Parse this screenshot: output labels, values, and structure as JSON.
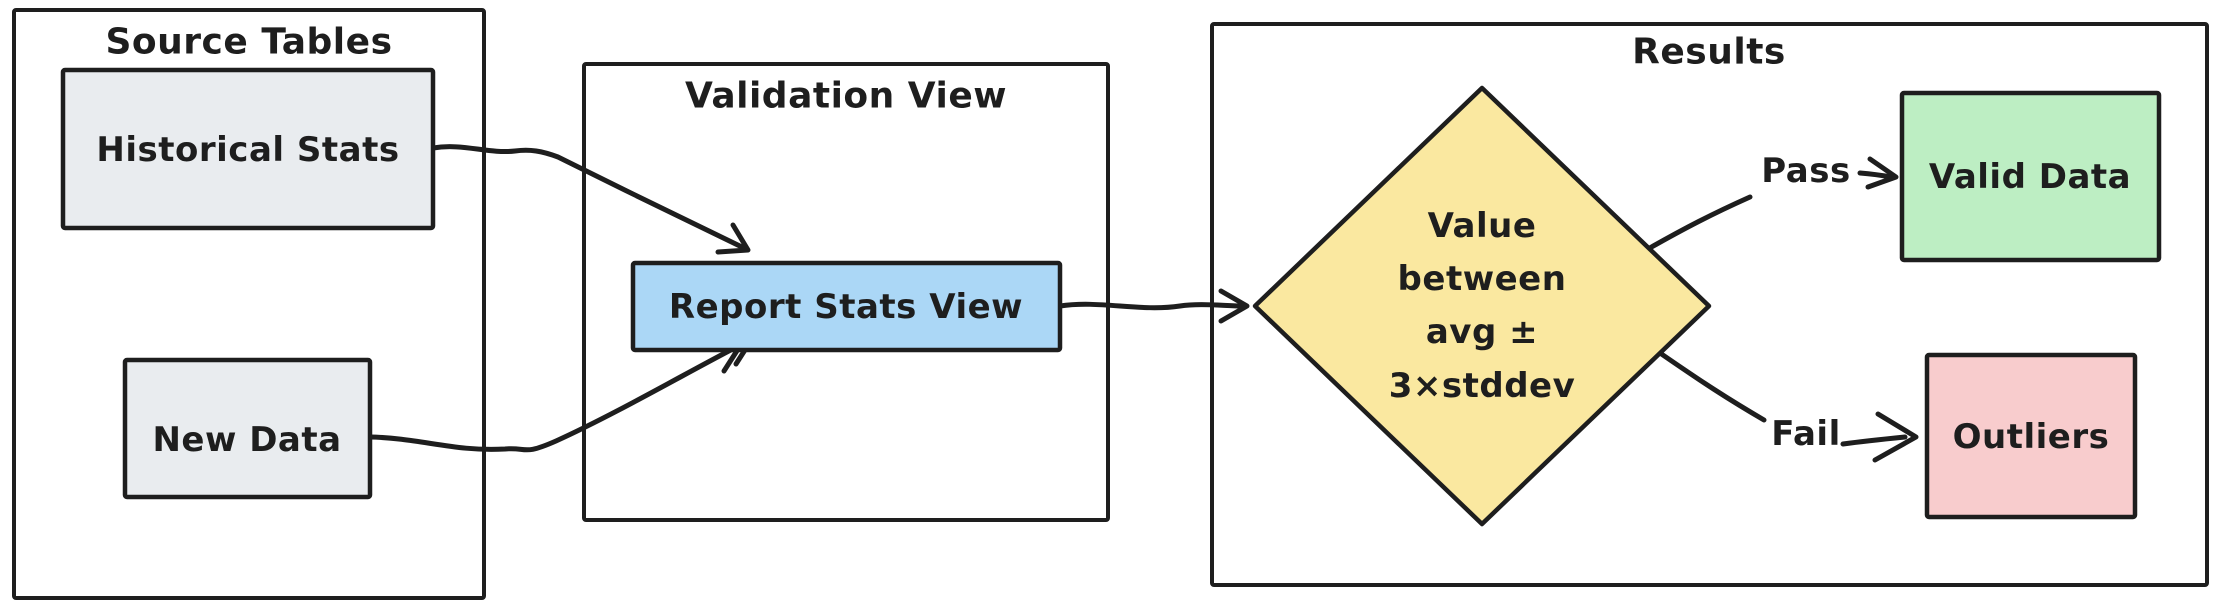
{
  "diagram": {
    "background": "#ffffff",
    "colors": {
      "ink": "#1e1e1e",
      "gray_fill": "#e9ecef",
      "blue_fill": "#abd7f6",
      "yellow_fill": "#fae8a0",
      "green_fill": "#bdeec3",
      "pink_fill": "#f8cccd"
    },
    "containers": {
      "source_tables": {
        "title": "Source Tables"
      },
      "validation_view": {
        "title": "Validation View"
      },
      "results": {
        "title": "Results"
      }
    },
    "nodes": {
      "historical_stats": {
        "label": "Historical Stats",
        "fill": "#e9ecef"
      },
      "new_data": {
        "label": "New Data",
        "fill": "#e9ecef"
      },
      "report_stats_view": {
        "label": "Report Stats View",
        "fill": "#abd7f6"
      },
      "decision": {
        "lines": [
          "Value",
          "between",
          "avg ±",
          "3×stddev"
        ],
        "fill": "#fae8a0"
      },
      "valid_data": {
        "label": "Valid Data",
        "fill": "#bdeec3"
      },
      "outliers": {
        "label": "Outliers",
        "fill": "#f8cccd"
      }
    },
    "edges": {
      "pass_label": "Pass",
      "fail_label": "Fail"
    }
  }
}
